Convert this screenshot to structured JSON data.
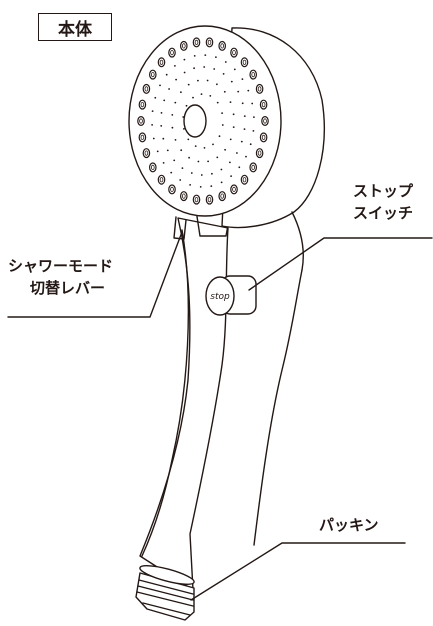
{
  "title": "本体",
  "labels": {
    "stop_switch_line1": "ストップ",
    "stop_switch_line2": "スイッチ",
    "shower_mode_line1": "シャワーモード",
    "shower_mode_line2": "切替レバー",
    "packing": "パッキン"
  },
  "stop_button_text": "stop",
  "colors": {
    "line": "#231815",
    "background": "#ffffff"
  }
}
